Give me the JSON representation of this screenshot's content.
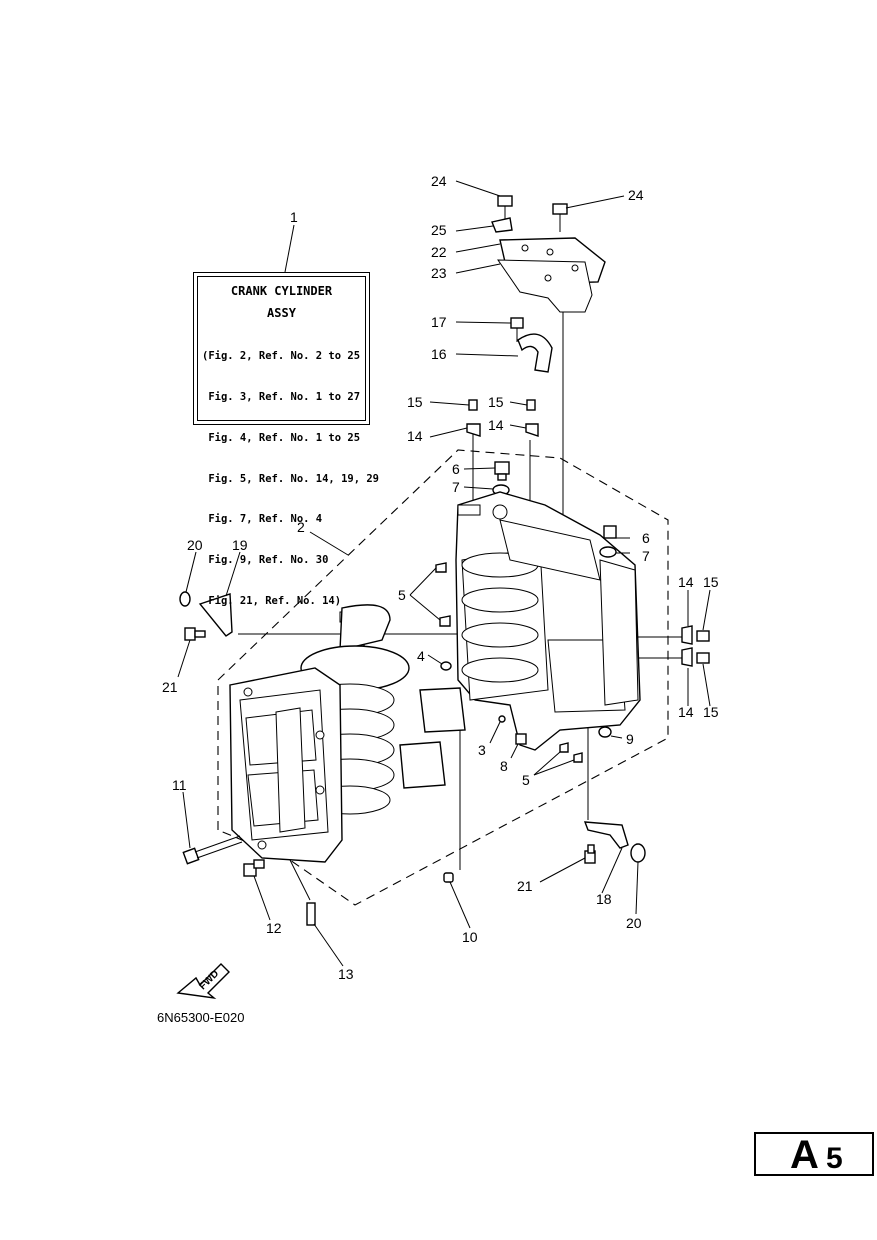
{
  "info_box": {
    "title_line1": "CRANK CYLINDER",
    "title_line2": "ASSY",
    "lines": [
      "(Fig. 2, Ref. No. 2 to 25",
      " Fig. 3, Ref. No. 1 to 27",
      " Fig. 4, Ref. No. 1 to 25",
      " Fig. 5, Ref. No. 14, 19, 29",
      " Fig. 7, Ref. No. 4",
      " Fig. 9, Ref. No. 30",
      " Fig. 21, Ref. No. 14)"
    ]
  },
  "callouts": {
    "c1": "1",
    "c2": "2",
    "c3": "3",
    "c4": "4",
    "c5a": "5",
    "c5b": "5",
    "c6a": "6",
    "c6b": "6",
    "c7a": "7",
    "c7b": "7",
    "c8": "8",
    "c9": "9",
    "c10": "10",
    "c11": "11",
    "c12": "12",
    "c13": "13",
    "c14a": "14",
    "c14b": "14",
    "c14c": "14",
    "c14d": "14",
    "c15a": "15",
    "c15b": "15",
    "c15c": "15",
    "c15d": "15",
    "c16": "16",
    "c17": "17",
    "c18": "18",
    "c19": "19",
    "c20a": "20",
    "c20b": "20",
    "c21a": "21",
    "c21b": "21",
    "c22": "22",
    "c23": "23",
    "c24a": "24",
    "c24b": "24",
    "c25": "25"
  },
  "fwd_label": "FWD",
  "drawing_code": "6N65300-E020",
  "page_tab": {
    "letter": "A",
    "number": "5"
  }
}
